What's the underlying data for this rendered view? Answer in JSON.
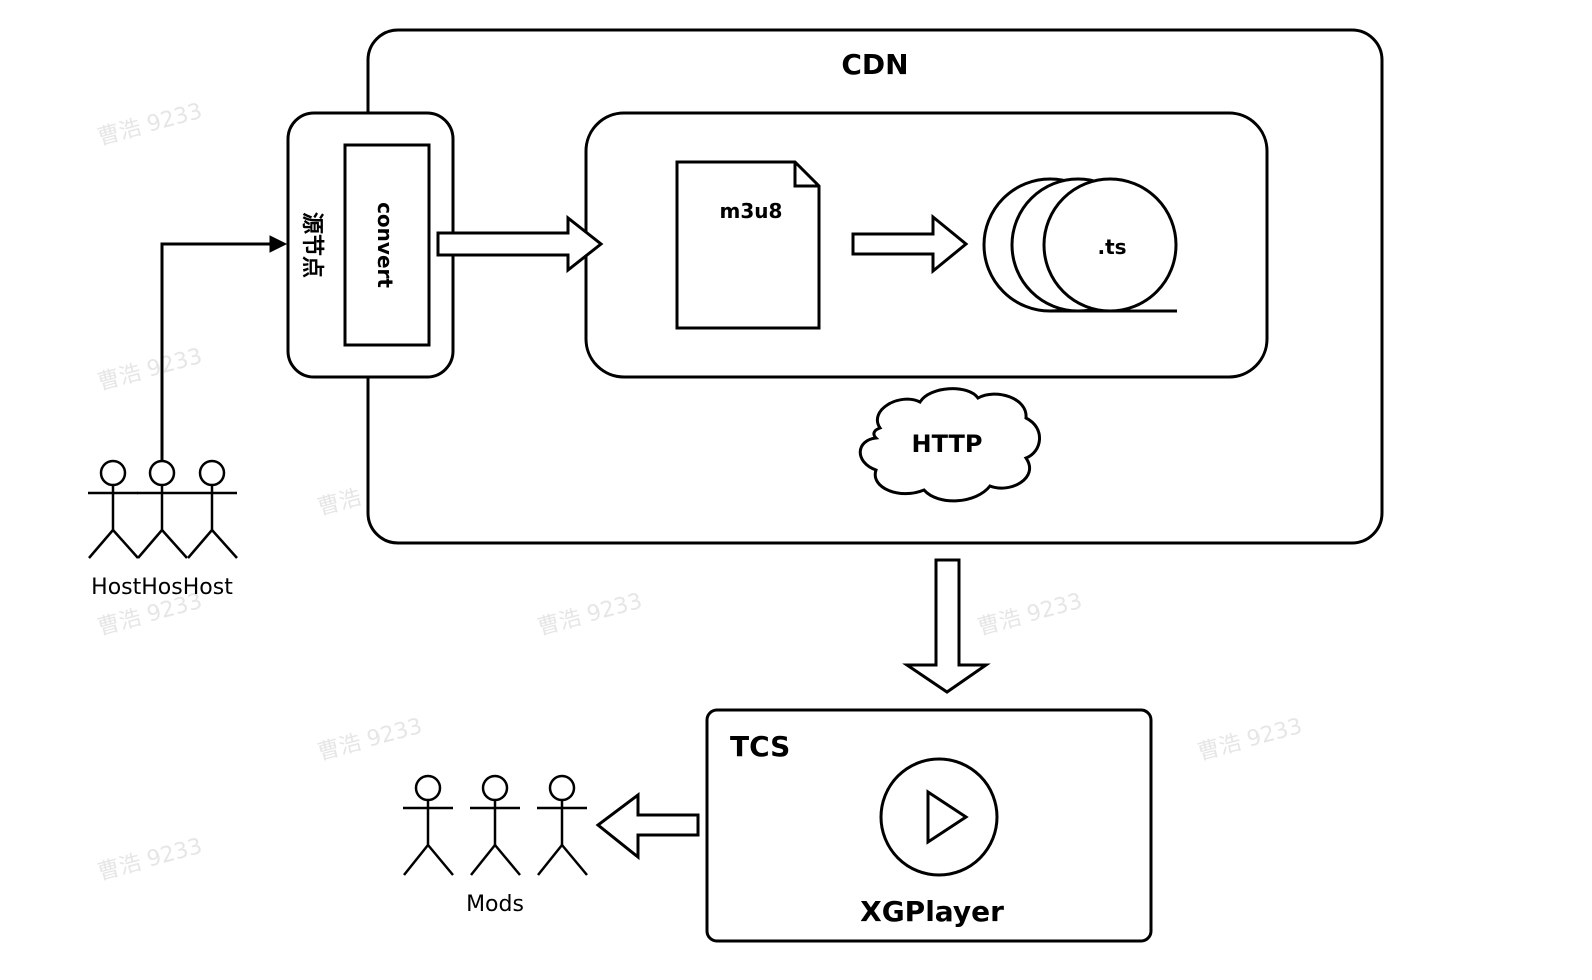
{
  "diagram": {
    "cdn": {
      "title": "CDN"
    },
    "source_node": {
      "label": "源节点",
      "inner_label": "convert"
    },
    "playlist_file": {
      "label": "m3u8"
    },
    "segments": {
      "label": ".ts"
    },
    "protocol": {
      "label": "HTTP"
    },
    "hosts": {
      "label": "HostHosHost"
    },
    "tcs": {
      "title": "TCS",
      "player_label": "XGPlayer"
    },
    "mods": {
      "label": "Mods"
    },
    "watermark": "曹浩 9233",
    "colors": {
      "stroke": "#000000",
      "background": "#ffffff",
      "watermark": "#e6e6e6"
    }
  }
}
